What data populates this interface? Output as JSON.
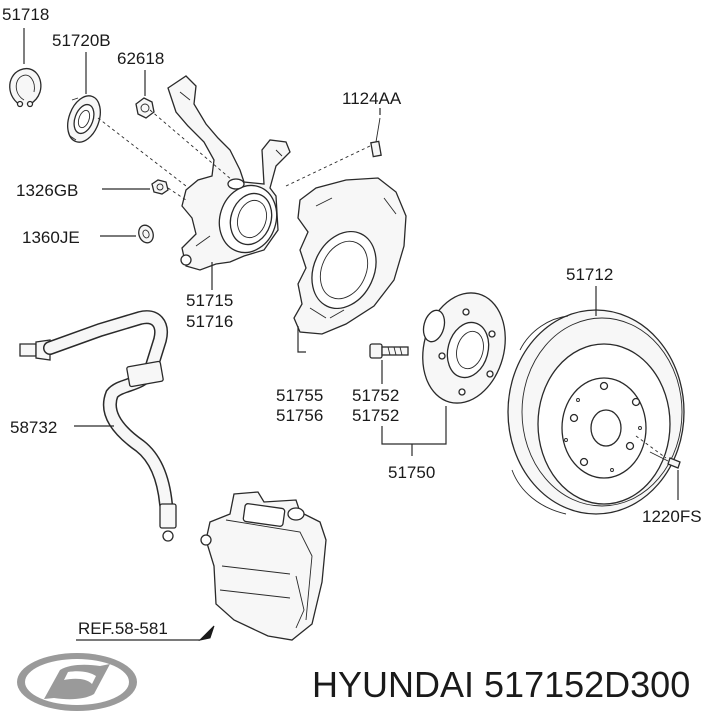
{
  "labels": {
    "p51718": "51718",
    "p51720b": "51720B",
    "p62618": "62618",
    "p1124aa": "1124AA",
    "p1326gb": "1326GB",
    "p1360je": "1360JE",
    "p51715": "51715",
    "p51716": "51716",
    "p51712": "51712",
    "p58732": "58732",
    "p51755": "51755",
    "p51756": "51756",
    "p51752a": "51752",
    "p51752b": "51752",
    "p51750": "51750",
    "p1220fs": "1220FS",
    "ref": "REF.58-581"
  },
  "caption": "HYUNDAI 517152D300",
  "brand_logo": "hyundai-logo"
}
